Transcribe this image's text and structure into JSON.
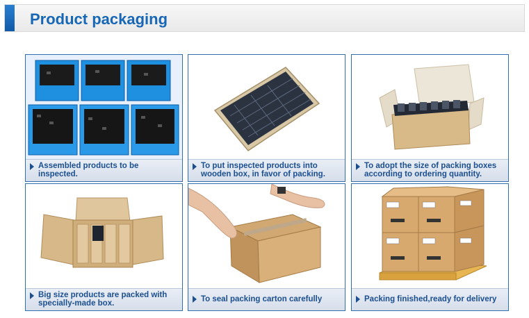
{
  "header": {
    "title": "Product packaging"
  },
  "cards": [
    {
      "caption": "Assembled products to be inspected.",
      "image": "blue-crates-of-components"
    },
    {
      "caption": "To put inspected products into wooden box, in favor of packing.",
      "image": "wooden-tray-with-products"
    },
    {
      "caption": "To adopt the size of packing boxes according to ordering quantity.",
      "image": "open-carton-with-products"
    },
    {
      "caption": "Big size products are packed with specially-made box.",
      "image": "large-open-carton"
    },
    {
      "caption": "To seal packing carton carefully",
      "image": "hands-sealing-carton"
    },
    {
      "caption": "Packing finished,ready for delivery",
      "image": "cartons-on-pallet"
    }
  ]
}
